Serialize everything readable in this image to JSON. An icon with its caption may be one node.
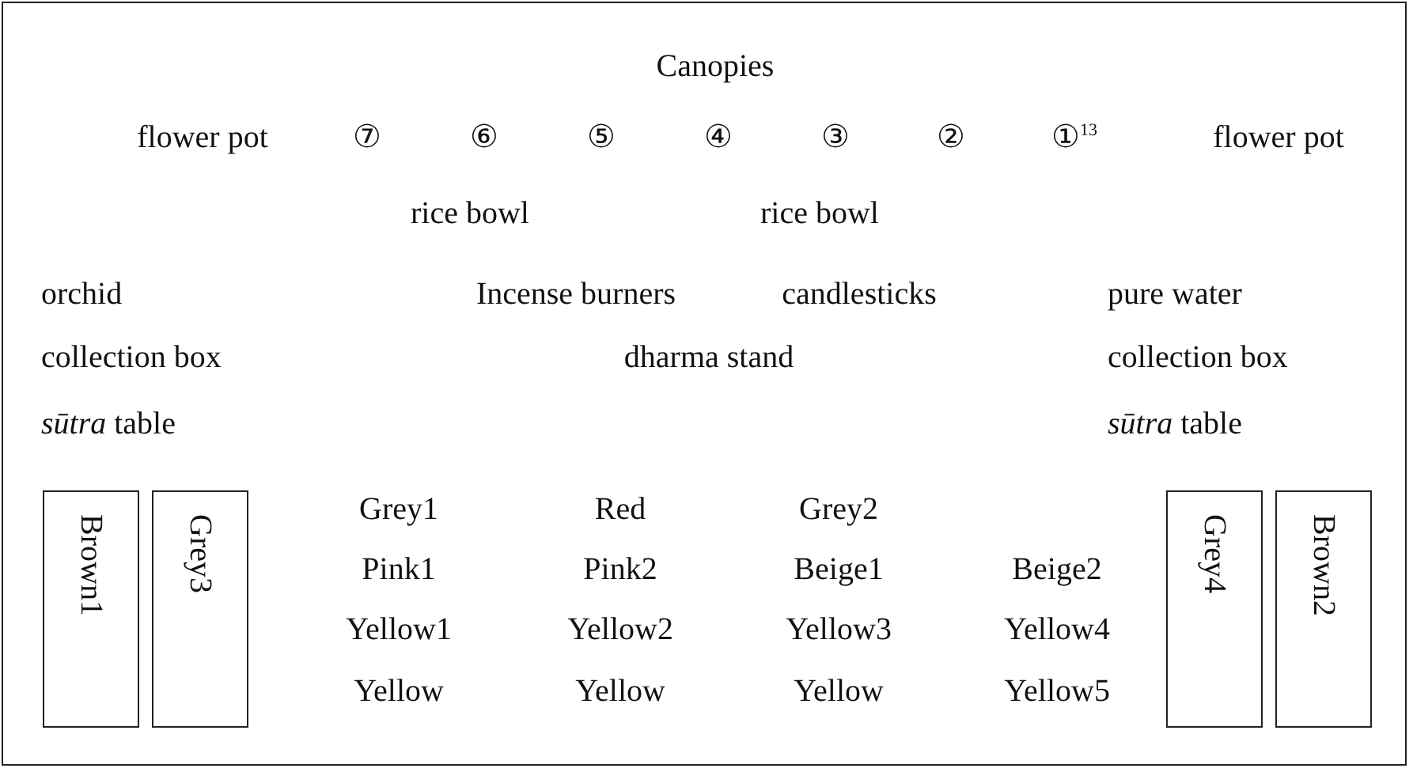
{
  "diagram": {
    "nodes": [
      {
        "text": [
          "Brown1"
        ]
      },
      {
        "text": [
          "Grey3"
        ]
      },
      {
        "text": [
          "Grey4"
        ]
      },
      {
        "text": [
          "Brown2"
        ]
      }
    ],
    "labels": [
      "Canopies",
      "flower pot",
      "⑦",
      "⑥",
      "⑤",
      "④",
      "③",
      "②",
      "①$^{13}$",
      "flower pot",
      "rice bowl",
      "rice bowl",
      "orchid",
      "Incense burners",
      "candlesticks",
      "pure water",
      "collection box",
      "dharma stand",
      "collection box",
      "*sūtra* table",
      "*sūtra* table",
      "Grey1",
      "Red",
      "Grey2",
      "Pink1",
      "Pink2",
      "Beige1",
      "Beige2",
      "Yellow1",
      "Yellow2",
      "Yellow3",
      "Yellow4",
      "Yellow",
      "Yellow",
      "Yellow",
      "Yellow5"
    ]
  }
}
